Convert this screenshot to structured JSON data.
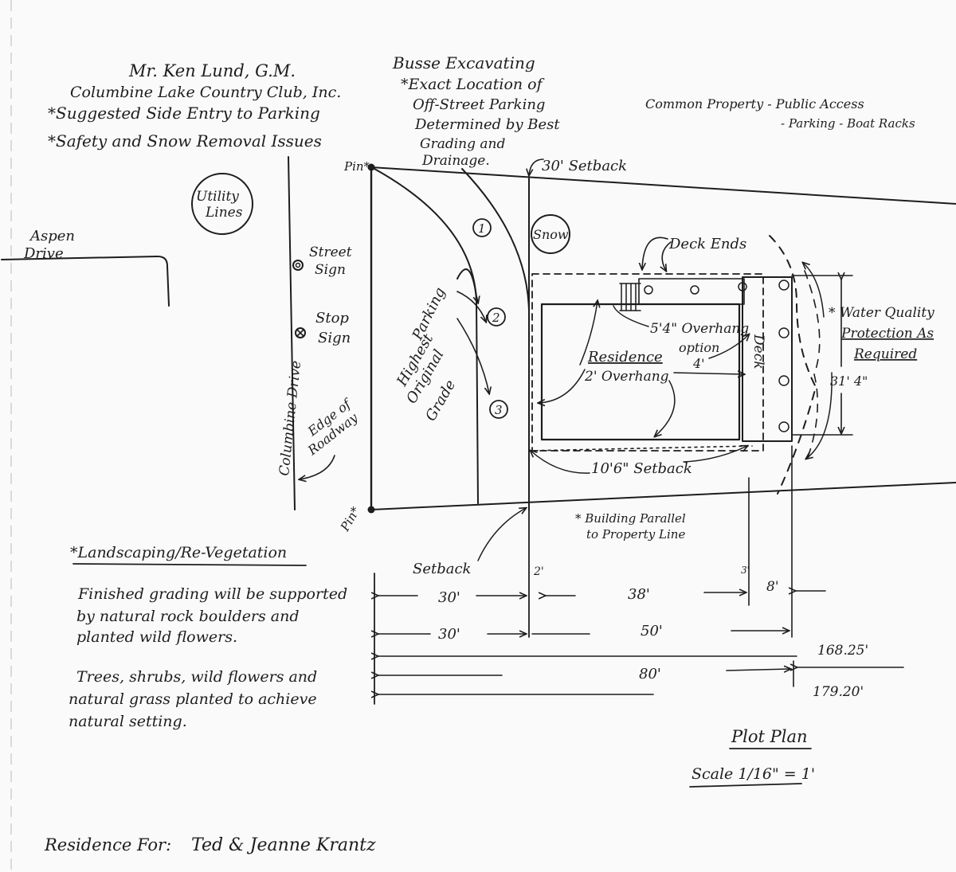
{
  "header": {
    "owner_line1": "Mr. Ken Lund, G.M.",
    "owner_line2": "Columbine Lake Country Club, Inc.",
    "note_side_entry": "*Suggested Side Entry to Parking",
    "note_safety": "*Safety and Snow Removal Issues"
  },
  "excavation": {
    "line1": "Busse Excavating",
    "line2": "*Exact Location of",
    "line3": "Off-Street Parking",
    "line4": "Determined by Best",
    "line5": "Grading and",
    "line6": "Drainage."
  },
  "common_property": {
    "line1": "Common Property - Public Access",
    "line2": "- Parking - Boat Racks"
  },
  "labels": {
    "utility_line1": "Utility",
    "utility_line2": "Lines",
    "aspen_line1": "Aspen",
    "aspen_line2": "Drive",
    "street_sign_line1": "Street",
    "street_sign_line2": "Sign",
    "stop_sign_line1": "Stop",
    "stop_sign_line2": "Sign",
    "columbine_drive": "Columbine Drive",
    "edge_line1": "Edge of",
    "edge_line2": "Roadway",
    "pin_top": "Pin*",
    "pin_bottom": "Pin*",
    "setback_30": "30' Setback",
    "snow": "Snow",
    "parking": "Parking",
    "highest_line1": "Highest",
    "highest_line2": "Original",
    "highest_line3": "Grade",
    "spot1": "1",
    "spot2": "2",
    "spot3": "3",
    "deck_ends": "Deck Ends",
    "overhang_54": "5'4\" Overhang",
    "option_line1": "option",
    "option_line2": "4'",
    "residence": "Residence",
    "overhang_2": "2' Overhang",
    "deck": "Deck",
    "setback_106": "10'6\" Setback",
    "building_parallel_line1": "* Building Parallel",
    "building_parallel_line2": "to Property Line",
    "setback": "Setback",
    "water_line1": "* Water Quality",
    "water_line2": "Protection As",
    "water_line3": "Required",
    "dim_31_4": "31' 4\""
  },
  "dimensions": {
    "d30a": "30'",
    "d2": "2'",
    "d38": "38'",
    "d3": "3'",
    "d8": "8'",
    "d30b": "30'",
    "d50": "50'",
    "d80": "80'",
    "d168": "168.25'",
    "d179": "179.20'"
  },
  "landscaping": {
    "title": "*Landscaping/Re-Vegetation",
    "p1_line1": "Finished grading will be supported",
    "p1_line2": "by natural rock boulders and",
    "p1_line3": "planted wild flowers.",
    "p2_line1": "Trees, shrubs, wild flowers and",
    "p2_line2": "natural grass planted to achieve",
    "p2_line3": "natural setting."
  },
  "plan_title": {
    "title": "Plot Plan",
    "scale": "Scale 1/16\" = 1'"
  },
  "footer": {
    "residence_for": "Residence For:",
    "owners": "Ted & Jeanne Krantz"
  }
}
